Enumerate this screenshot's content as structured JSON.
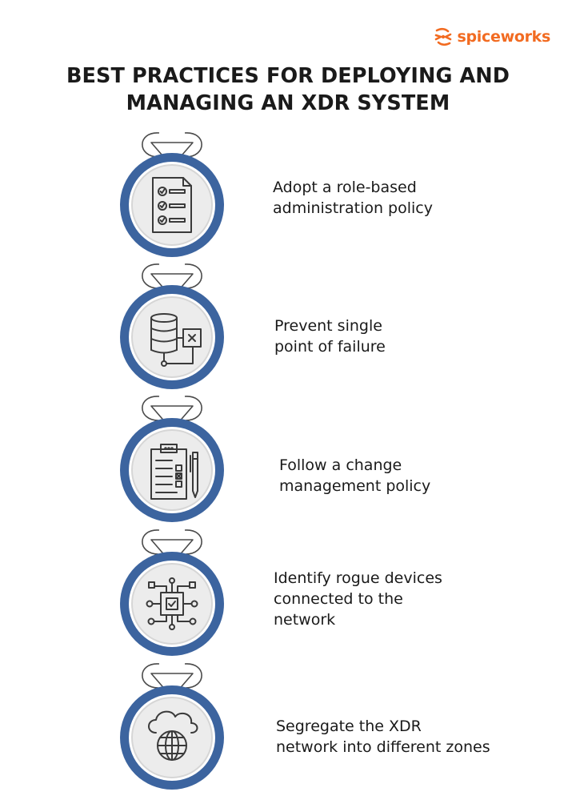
{
  "brand": {
    "name": "spiceworks",
    "icon": "spiceworks-logo-icon",
    "color": "#f26b21"
  },
  "title": {
    "line1": "BEST PRACTICES FOR DEPLOYING AND",
    "line2": "MANAGING AN XDR SYSTEM"
  },
  "colors": {
    "ring": "#3c649f",
    "inner_border": "#d6d6d6",
    "inner_fill": "#ececec",
    "icon_stroke": "#3a3a3a",
    "connector": "#4a4a4a"
  },
  "steps": [
    {
      "icon": "checklist-document-icon",
      "lines": [
        "Adopt a role-based",
        "administration policy"
      ]
    },
    {
      "icon": "database-failure-icon",
      "lines": [
        "Prevent single",
        "point of failure"
      ]
    },
    {
      "icon": "clipboard-pen-icon",
      "lines": [
        "Follow a change",
        "management policy"
      ]
    },
    {
      "icon": "network-chip-icon",
      "lines": [
        "Identify rogue devices",
        "connected to the",
        "network"
      ]
    },
    {
      "icon": "cloud-globe-icon",
      "lines": [
        "Segregate the XDR",
        "network into different zones"
      ]
    }
  ]
}
